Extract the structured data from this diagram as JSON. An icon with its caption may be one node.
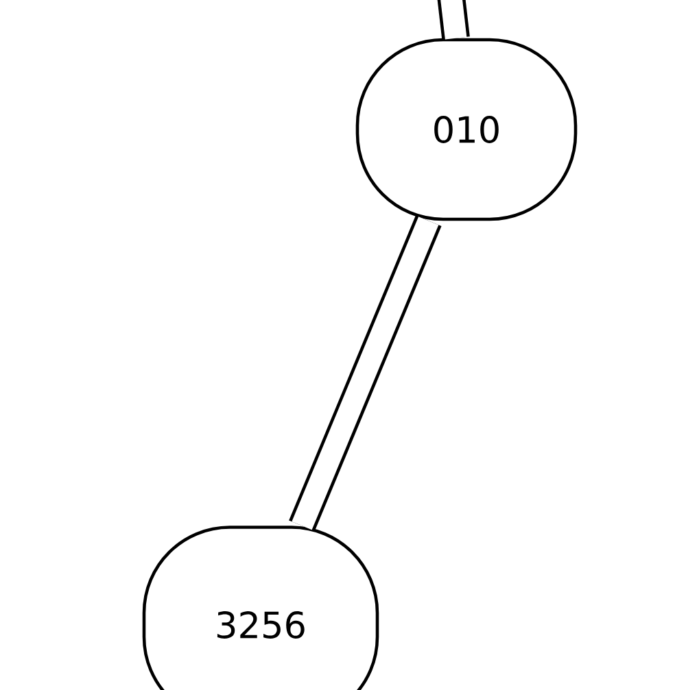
{
  "diagram": {
    "nodes": [
      {
        "text": [
          "010"
        ]
      },
      {
        "text": [
          "3256"
        ]
      }
    ],
    "edges": [
      {
        "from": null,
        "to": 0,
        "arrow": "none"
      },
      {
        "from": 0,
        "to": 1,
        "arrow": "none"
      }
    ]
  }
}
